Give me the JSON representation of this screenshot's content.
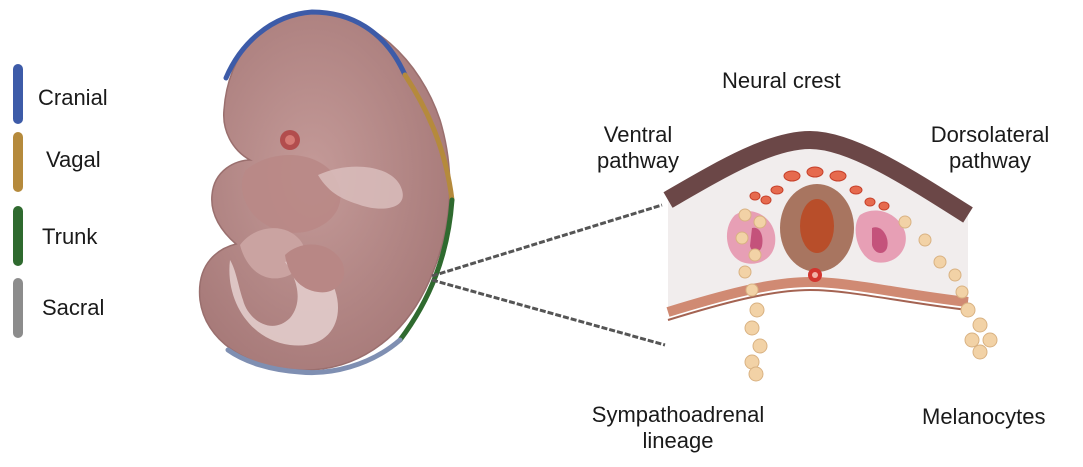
{
  "legend": [
    {
      "label": "Cranial",
      "color": "#3d5ba8"
    },
    {
      "label": "Vagal",
      "color": "#b58a3c"
    },
    {
      "label": "Trunk",
      "color": "#2f6a2f"
    },
    {
      "label": "Sacral",
      "color": "#8c8c8c"
    }
  ],
  "labels": {
    "neural_crest": "Neural crest",
    "ventral_line1": "Ventral",
    "ventral_line2": "pathway",
    "dorsolateral_line1": "Dorsolateral",
    "dorsolateral_line2": "pathway",
    "sympathoadrenal_line1": "Sympathoadrenal",
    "sympathoadrenal_line2": "lineage",
    "melanocytes": "Melanocytes"
  }
}
